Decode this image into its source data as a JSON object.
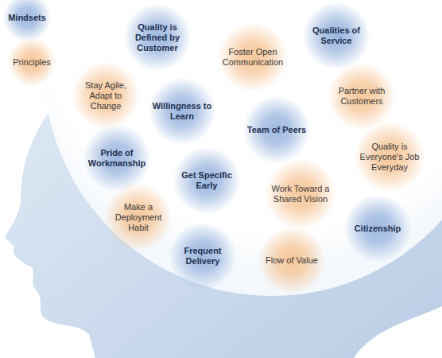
{
  "diagram": {
    "nodes": [
      {
        "text": [
          "Quality is Defined by Customer"
        ]
      },
      {
        "text": [
          "Qualities of Service"
        ]
      },
      {
        "text": [
          "Foster Open Communication"
        ]
      },
      {
        "text": [
          "Stay Agile, Adapt to Change"
        ]
      },
      {
        "text": [
          "Willingness to Learn"
        ]
      },
      {
        "text": [
          "Partner with Customers"
        ]
      },
      {
        "text": [
          "Team of Peers"
        ]
      },
      {
        "text": [
          "Pride of Workmanship"
        ]
      },
      {
        "text": [
          "Get Specific Early"
        ]
      },
      {
        "text": [
          "Quality is Everyone's Job Everyday"
        ]
      },
      {
        "text": [
          "Work Toward a Shared Vision"
        ]
      },
      {
        "text": [
          "Make a Deployment Habit"
        ]
      },
      {
        "text": [
          "Citizenship"
        ]
      },
      {
        "text": [
          "Frequent Delivery"
        ]
      },
      {
        "text": [
          "Flow of Value"
        ]
      }
    ],
    "legend": [
      {
        "text": "Mindsets",
        "color": "#9db8e0"
      },
      {
        "text": "Principles",
        "color": "#f6c79a"
      }
    ]
  }
}
